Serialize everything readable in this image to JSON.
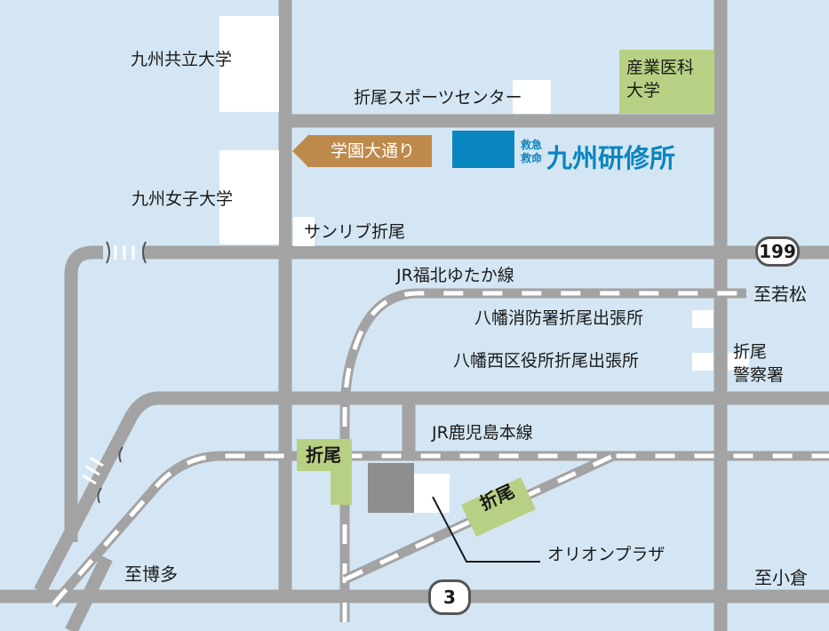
{
  "labels": {
    "kyushu_kyoritsu": "九州共立大学",
    "sports_center": "折尾スポーツセンター",
    "sangyo_ika_1": "産業医科",
    "sangyo_ika_2": "大学",
    "gakuen_dori": "学園大通り",
    "kyushu_joshi": "九州女子大学",
    "sunlive": "サンリブ折尾",
    "jr_fukuhoku": "JR福北ゆたか線",
    "to_wakamatsu": "至若松",
    "fire_station": "八幡消防署折尾出張所",
    "ward_office": "八幡西区役所折尾出張所",
    "police_1": "折尾",
    "police_2": "警察署",
    "jr_kagoshima": "JR鹿児島本線",
    "orio_station_1": "折尾",
    "orio_station_2": "折尾",
    "orion_plaza": "オリオンプラザ",
    "to_hakata": "至博多",
    "to_kokura": "至小倉"
  },
  "brand": {
    "small_top": "救急",
    "small_bottom": "救命",
    "name": "九州研修所"
  },
  "routes": {
    "r199": "199",
    "r3": "3"
  },
  "colors": {
    "water_bg": "#d4e6f3",
    "road": "#a3a3a3",
    "brand_blue": "#0a86c1",
    "green": "#b8d083",
    "brown": "#be8a4b"
  }
}
